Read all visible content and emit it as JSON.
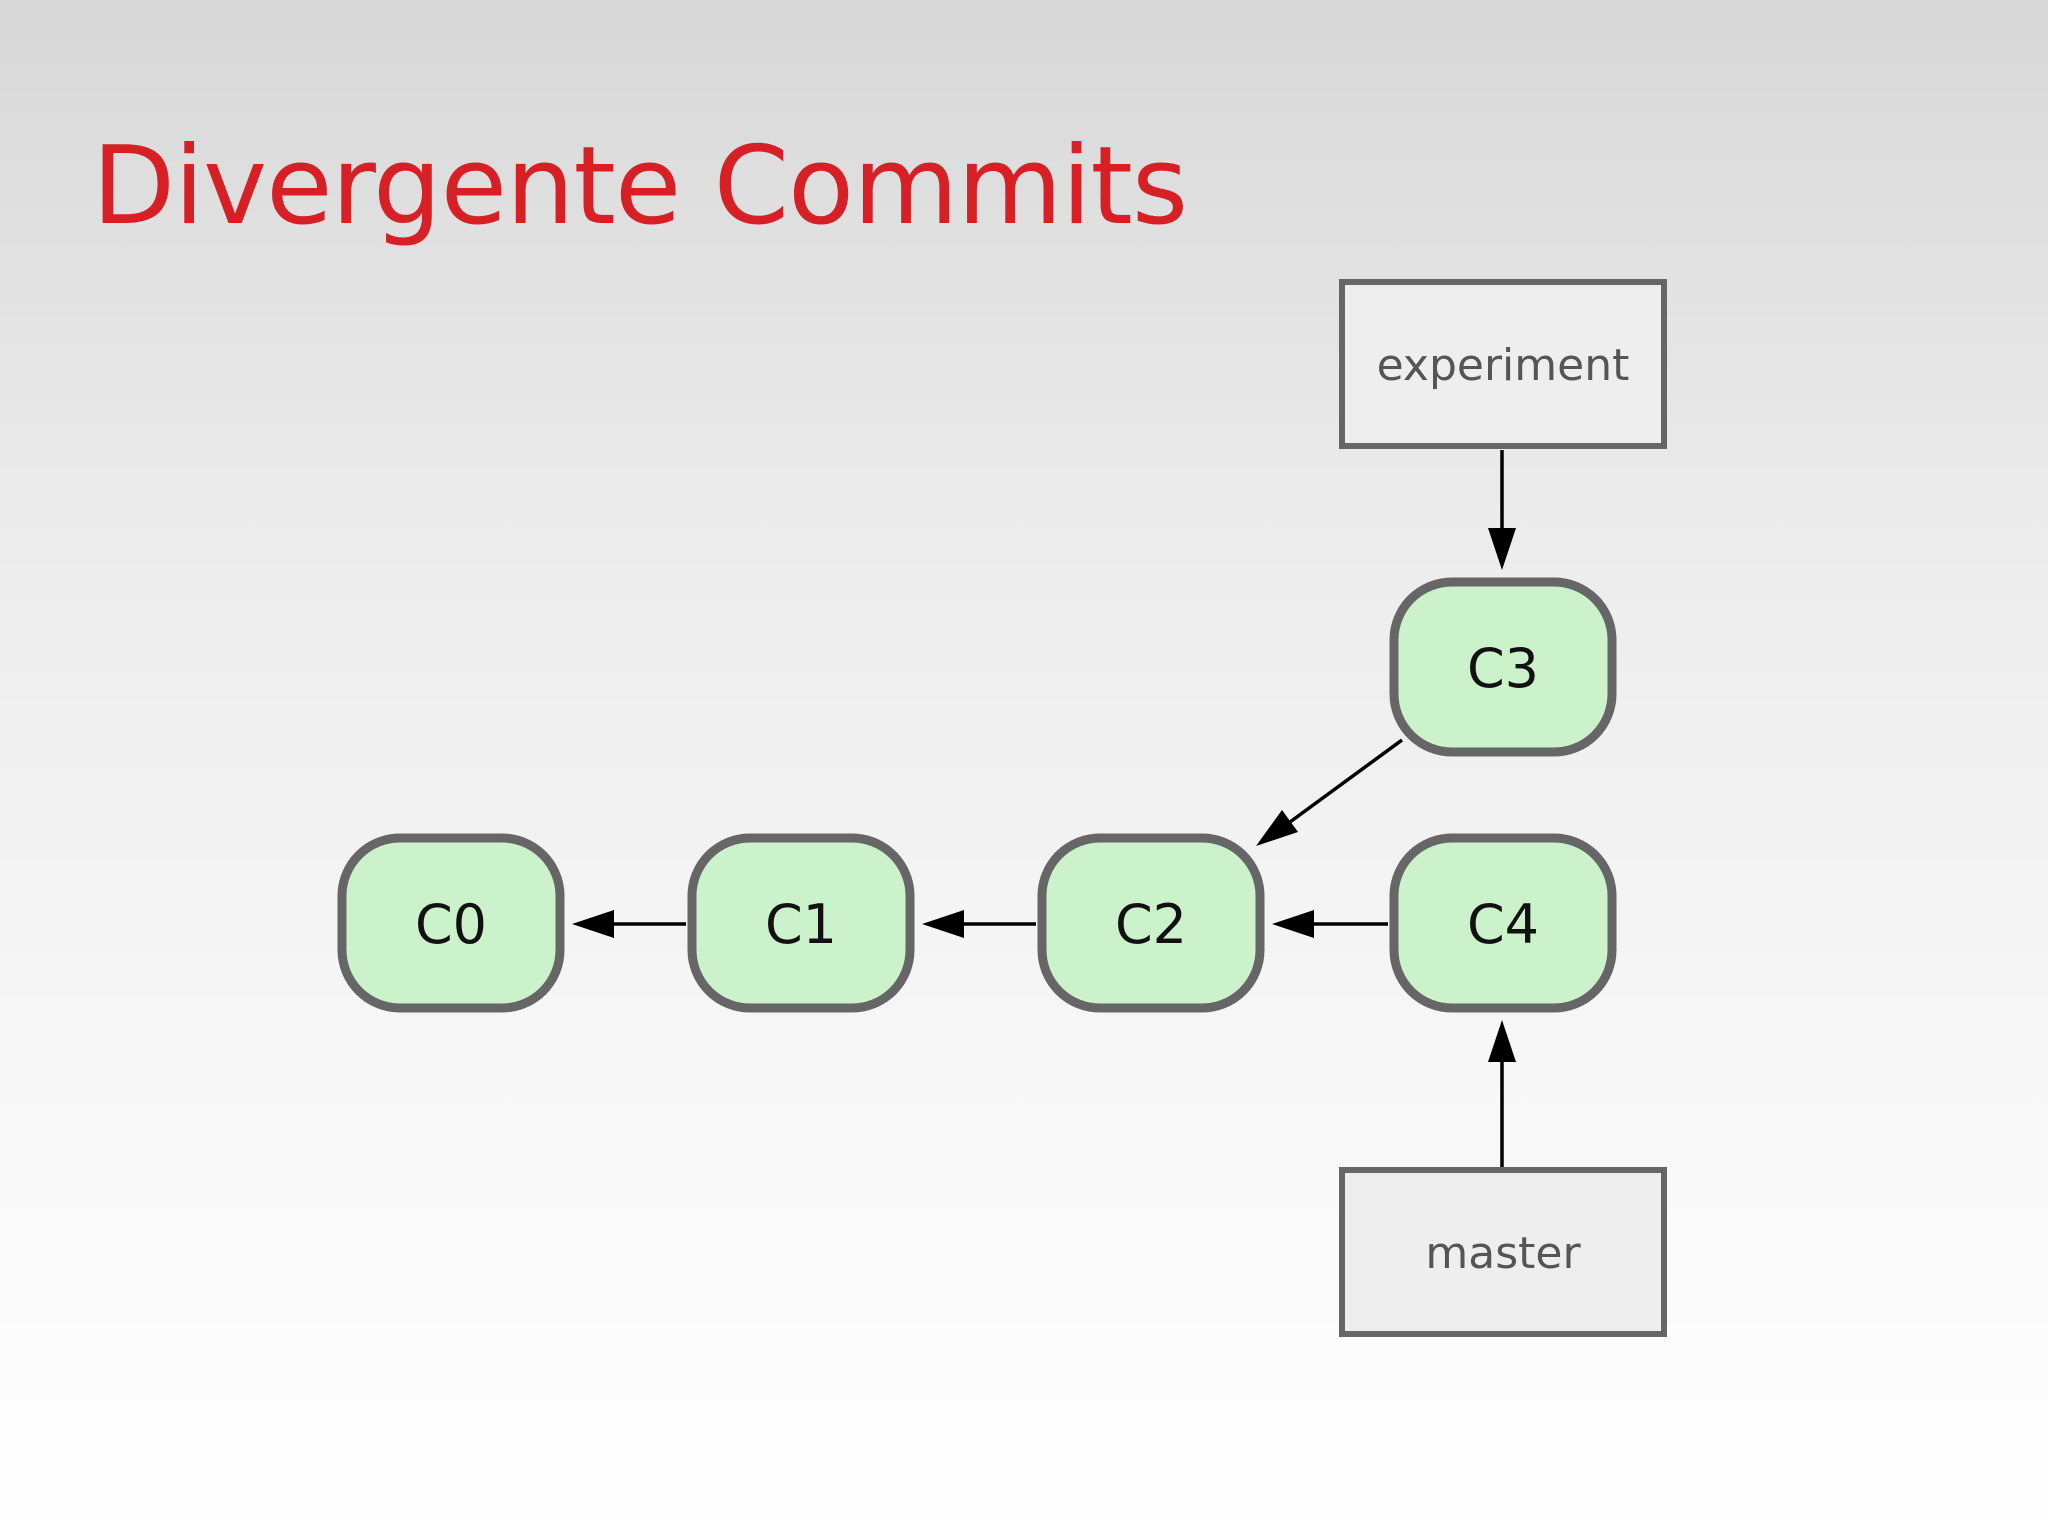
{
  "slide": {
    "title": "Divergente Commits"
  },
  "diagram": {
    "commits": [
      {
        "id": "C0",
        "label": "C0"
      },
      {
        "id": "C1",
        "label": "C1"
      },
      {
        "id": "C2",
        "label": "C2"
      },
      {
        "id": "C3",
        "label": "C3"
      },
      {
        "id": "C4",
        "label": "C4"
      }
    ],
    "branches": [
      {
        "id": "experiment",
        "label": "experiment"
      },
      {
        "id": "master",
        "label": "master"
      }
    ],
    "edges": [
      {
        "from": "C1",
        "to": "C0"
      },
      {
        "from": "C2",
        "to": "C1"
      },
      {
        "from": "C4",
        "to": "C2"
      },
      {
        "from": "C3",
        "to": "C2"
      },
      {
        "from": "experiment",
        "to": "C3"
      },
      {
        "from": "master",
        "to": "C4"
      }
    ],
    "colors": {
      "commit_fill": "#ccf2cc",
      "commit_border": "#666666",
      "branch_fill": "#eeeeee",
      "title": "#d71f26"
    }
  }
}
